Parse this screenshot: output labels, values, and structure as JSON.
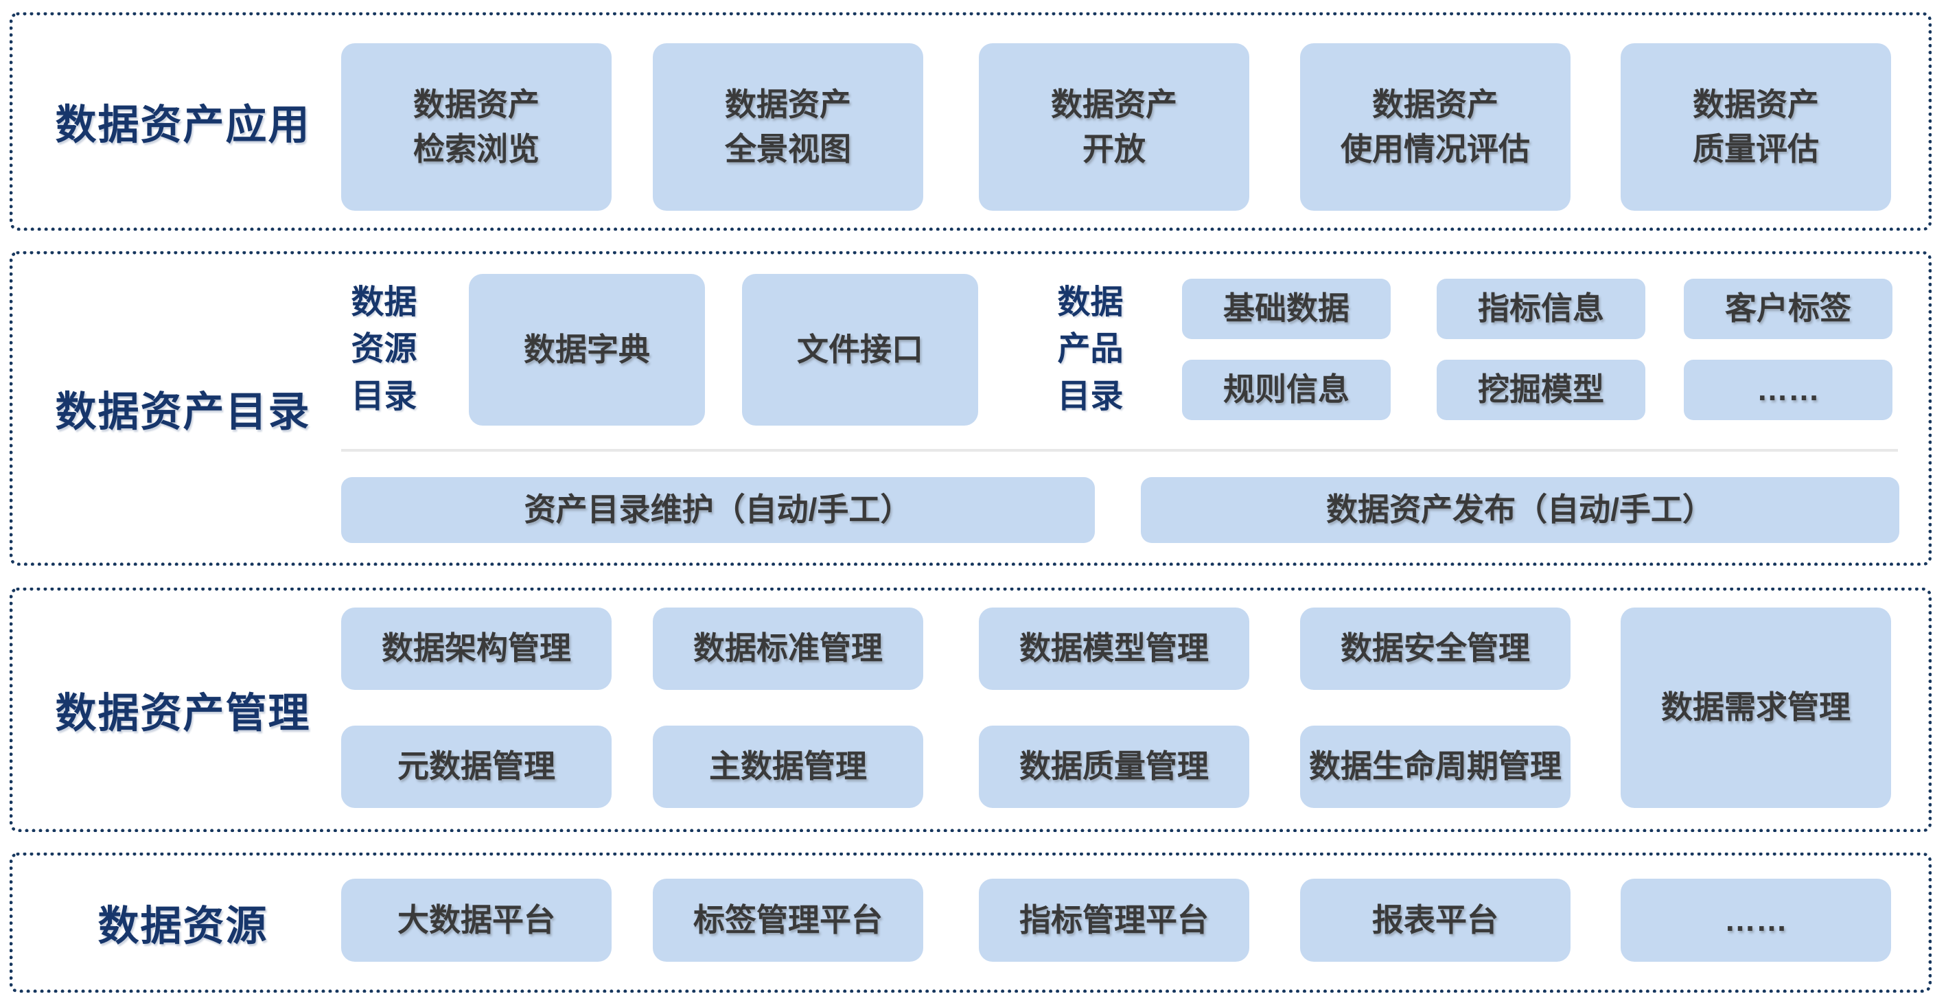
{
  "colors": {
    "box_fill": "#C5D9F1",
    "box_text": "#3A3A3A",
    "label_text": "#17366B",
    "border": "#17375E",
    "divider": "#E8E8E8",
    "background": "#FFFFFF"
  },
  "sections": [
    {
      "label": "数据资产应用",
      "boxes": [
        "数据资产\n检索浏览",
        "数据资产\n全景视图",
        "数据资产\n开放",
        "数据资产\n使用情况评估",
        "数据资产\n质量评估"
      ]
    },
    {
      "label": "数据资产目录",
      "resource_catalog": {
        "sublabel": "数据\n资源\n目录",
        "boxes": [
          "数据字典",
          "文件接口"
        ]
      },
      "product_catalog": {
        "sublabel": "数据\n产品\n目录",
        "rows": [
          [
            "基础数据",
            "指标信息",
            "客户标签"
          ],
          [
            "规则信息",
            "挖掘模型",
            "……"
          ]
        ]
      },
      "bottom_boxes": [
        "资产目录维护（自动/手工）",
        "数据资产发布（自动/手工）"
      ]
    },
    {
      "label": "数据资产管理",
      "rows": [
        [
          "数据架构管理",
          "数据标准管理",
          "数据模型管理",
          "数据安全管理"
        ],
        [
          "元数据管理",
          "主数据管理",
          "数据质量管理",
          "数据生命周期管理"
        ]
      ],
      "tall_box": "数据需求管理"
    },
    {
      "label": "数据资源",
      "boxes": [
        "大数据平台",
        "标签管理平台",
        "指标管理平台",
        "报表平台",
        "……"
      ]
    }
  ]
}
